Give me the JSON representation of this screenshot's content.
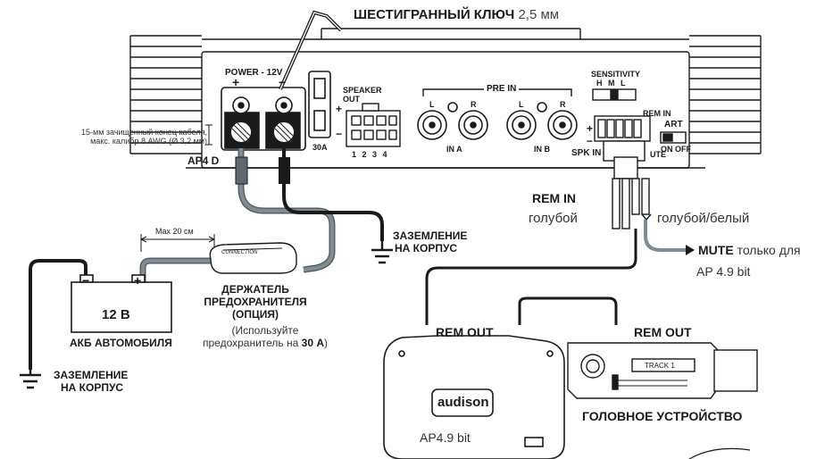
{
  "title": {
    "bold": "ШЕСТИГРАННЫЙ КЛЮЧ",
    "light": "2,5 мм"
  },
  "amp": {
    "power": "POWER - 12V",
    "plus": "+",
    "minus": "−",
    "model": "AP4 D",
    "fuse": "30A",
    "speaker_out": [
      "SPEAKER",
      "OUT"
    ],
    "speaker_pins": "1  2  3  4",
    "pre_in": "PRE IN",
    "pre_lr": [
      "L",
      "R",
      "L",
      "R"
    ],
    "in_a": "IN A",
    "in_b": "IN B",
    "sensitivity": "SENSITIVITY",
    "sens_levels": "H  M  L",
    "rem_in": "REM IN",
    "art": "ART",
    "art_states": "ON  OFF",
    "spk_in": "SPK IN",
    "mute": "UTE"
  },
  "cable_note": [
    "15-мм зачищенный конец кабеля,",
    "макс. калибр 8 AWG (Ø 3,2 мм)"
  ],
  "max_len": "Max 20 см",
  "ground_1": [
    "ЗАЗЕМЛЕНИЕ",
    "НА КОРПУС"
  ],
  "ground_2": [
    "ЗАЗЕМЛЕНИЕ",
    "НА КОРПУС"
  ],
  "fuse_holder": {
    "logo": "CONNECTION",
    "title": [
      "ДЕРЖАТЕЛЬ",
      "ПРЕДОХРАНИТЕЛЯ",
      "(ОПЦИЯ)"
    ],
    "note_1": "(Используйте",
    "note_2_pre": "предохранитель на",
    "note_2_bold": "30 А",
    "note_2_post": ")"
  },
  "battery": {
    "voltage": "12 В",
    "label": "АКБ АВТОМОБИЛЯ",
    "minus": "−",
    "plus": "+"
  },
  "rem": {
    "rem_in": "REM IN",
    "blue": "голубой",
    "blue_white": "голубой/белый",
    "mute_bold": "MUTE",
    "mute_rest": "только для",
    "mute_model": "AP 4.9 bit"
  },
  "dsp": {
    "rem_out": "REM OUT",
    "brand": "audison",
    "model": "AP4.9 bit"
  },
  "head_unit": {
    "rem_out": "REM OUT",
    "display": "TRACK 1",
    "label": "ГОЛОВНОЕ УСТРОЙСТВО"
  },
  "colors": {
    "line": "#1a1a1a",
    "fuse_wire": "#7f8c94",
    "fuse_wire_dark": "#4b545a",
    "sleeve": "#5f6a70",
    "panel": "#ffffff"
  }
}
